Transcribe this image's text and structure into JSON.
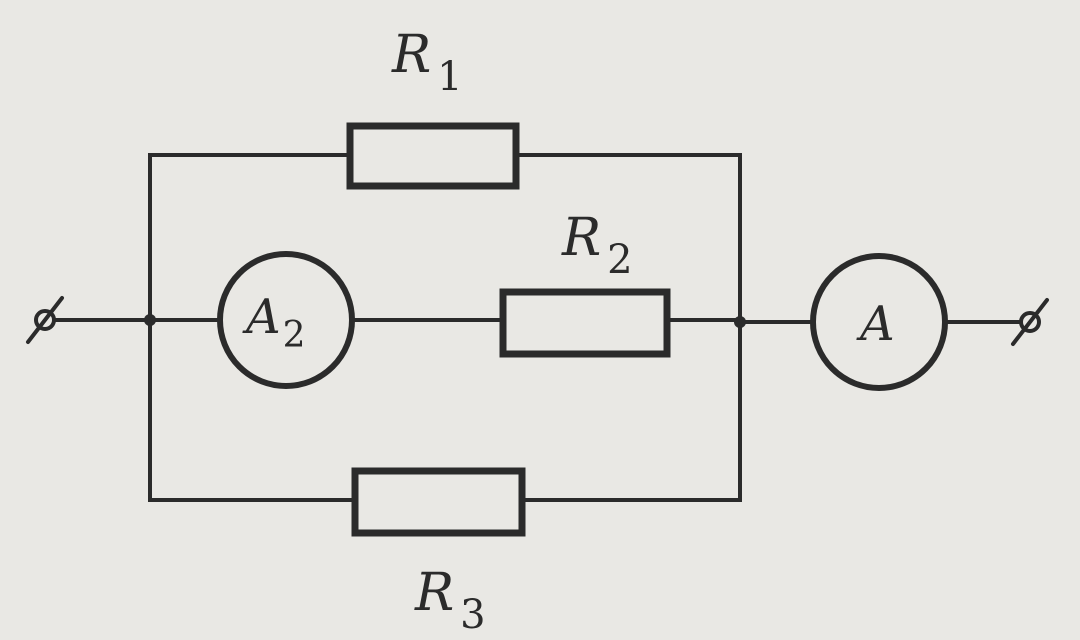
{
  "diagram": {
    "resistors": [
      {
        "id": "r1",
        "letter": "R",
        "index": "1"
      },
      {
        "id": "r2",
        "letter": "R",
        "index": "2"
      },
      {
        "id": "r3",
        "letter": "R",
        "index": "3"
      }
    ],
    "ammeters": [
      {
        "id": "a2",
        "letter": "A",
        "index": "2"
      },
      {
        "id": "a",
        "letter": "A",
        "index": ""
      }
    ]
  }
}
